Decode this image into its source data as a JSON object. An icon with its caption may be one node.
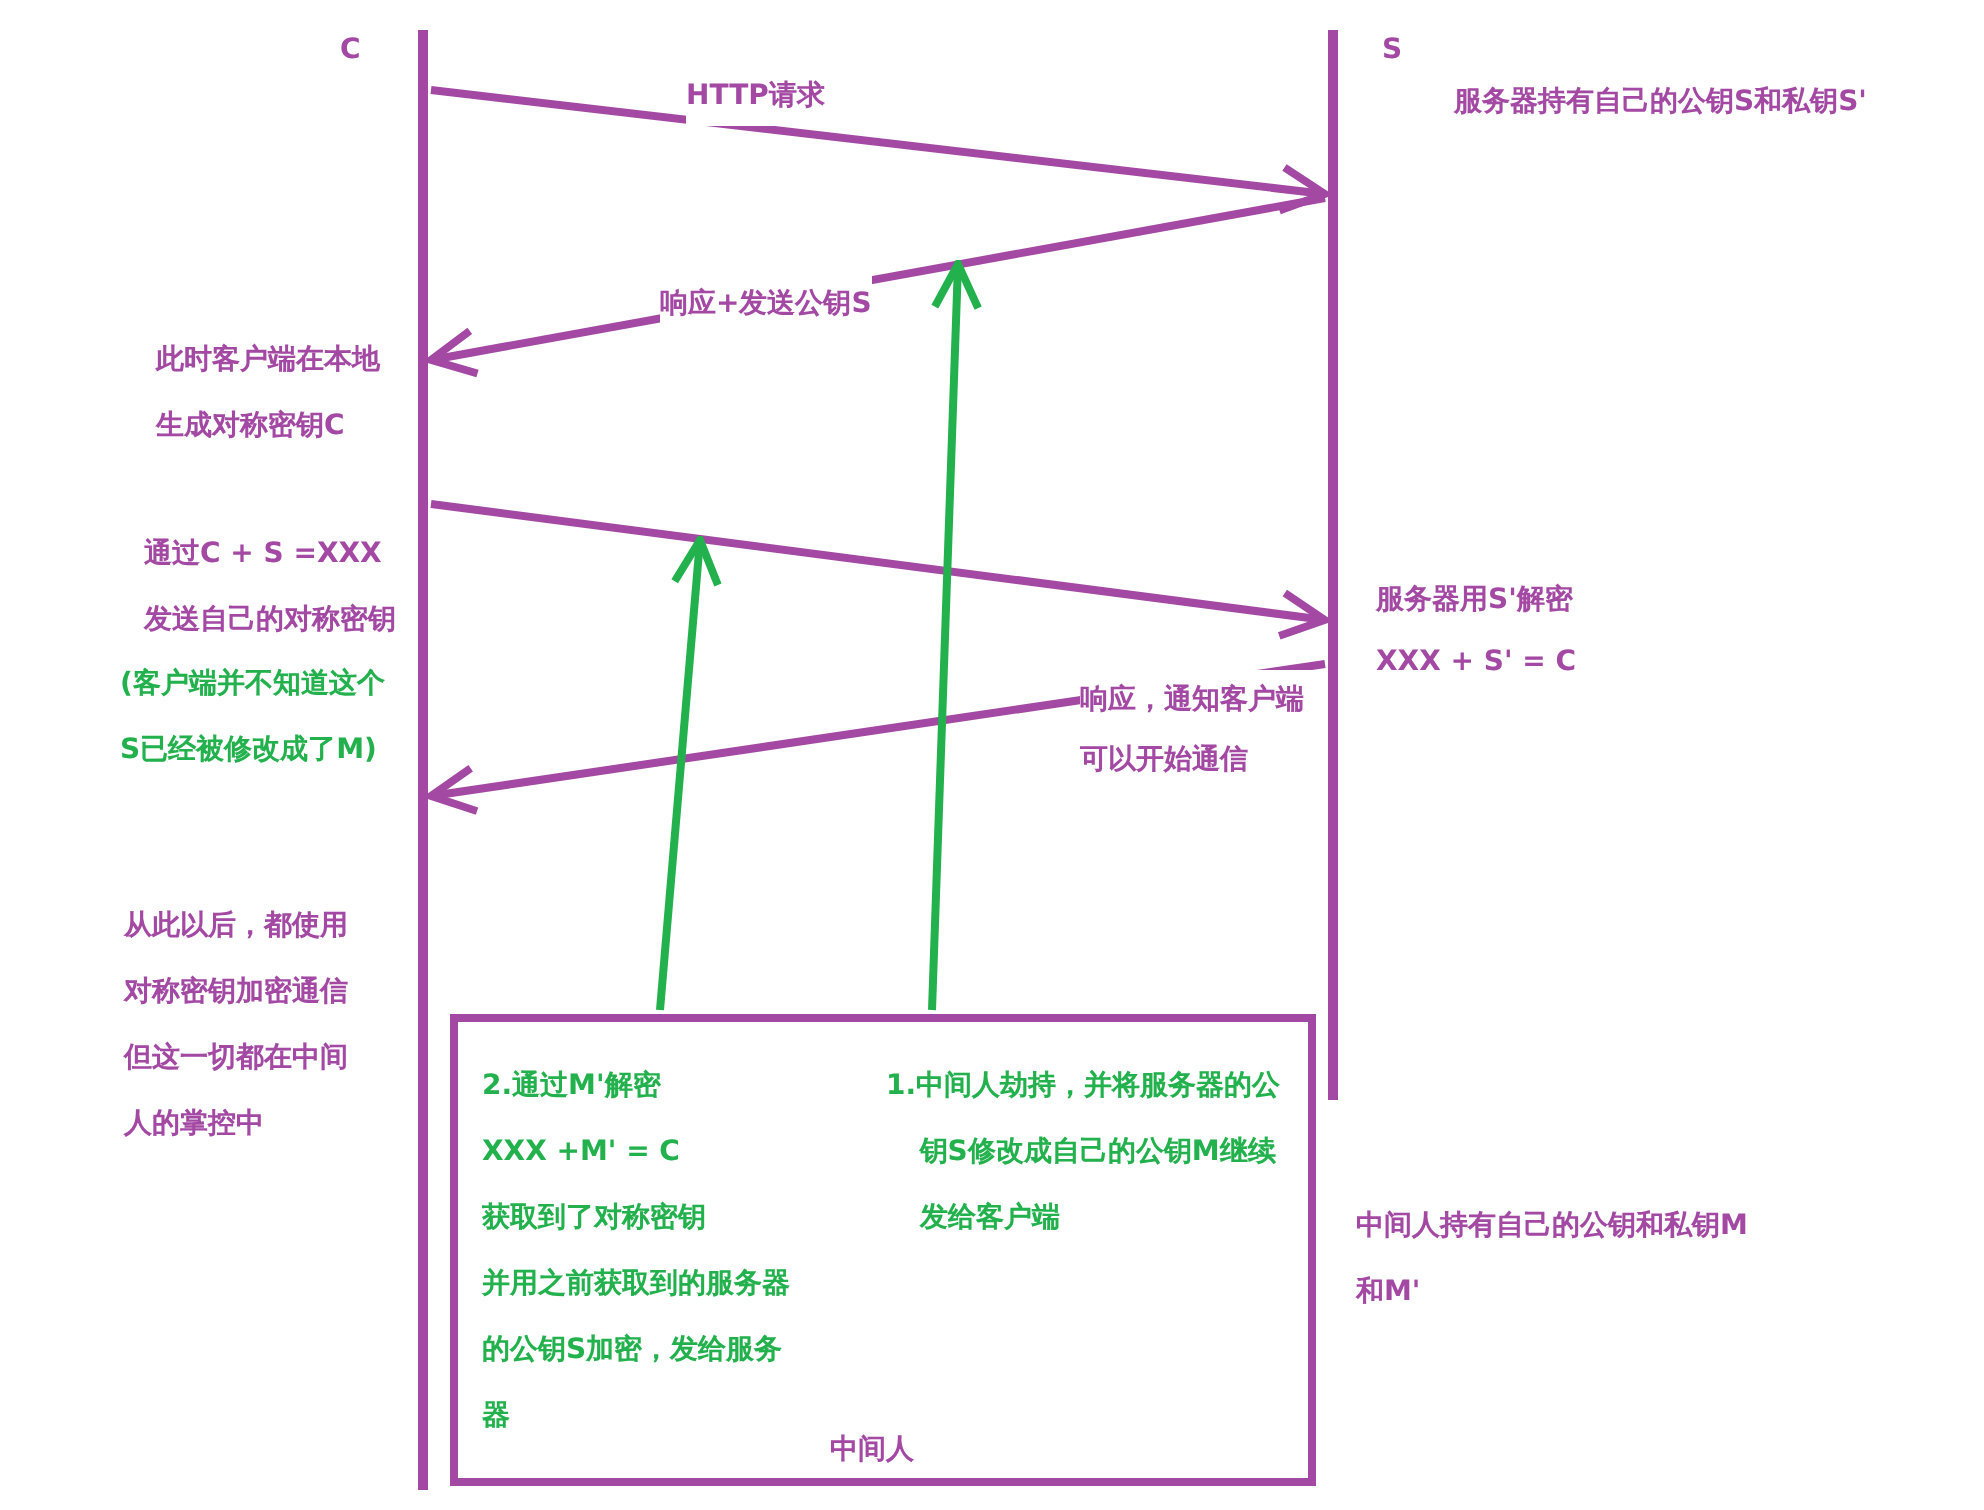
{
  "diagram": {
    "nodes": [
      {
        "text": [
          "C"
        ]
      },
      {
        "text": [
          "S"
        ]
      },
      {
        "text": [
          "2.通过M'解密",
          "XXX +M' = C",
          "获取到了对称密钥",
          "并用之前获取到的服务器的公钥S加密，发给服务器",
          "1.中间人劫持，并将服务器的公钥S修改成自己的公钥M继续发给客户端",
          "中间人"
        ]
      }
    ],
    "edges": [
      {
        "from": 0,
        "to": 1,
        "arrow": "to",
        "label": "HTTP请求"
      },
      {
        "from": 1,
        "to": 0,
        "arrow": "to",
        "label": "响应+发送公钥S"
      },
      {
        "from": 0,
        "to": 1,
        "arrow": "to"
      },
      {
        "from": 1,
        "to": 0,
        "arrow": "to",
        "label": "响应，通知客户端可以开始通信"
      },
      {
        "from": 2,
        "to": null,
        "arrow": "to",
        "color": "#22b14c"
      },
      {
        "from": 2,
        "to": null,
        "arrow": "to",
        "color": "#22b14c"
      }
    ],
    "labels": [
      "服务器持有自己的公钥S和私钥S'",
      "此时客户端在本地生成对称密钥C",
      "通过C + S =XXX发送自己的对称密钥",
      "(客户端并不知道这个S已经被修改成了M)",
      "服务器用S'解密",
      "XXX + S' = C",
      "从此以后，都使用对称密钥加密通信但这一切都在中间人的掌控中",
      "中间人持有自己的公钥和私钥M和M'"
    ]
  }
}
